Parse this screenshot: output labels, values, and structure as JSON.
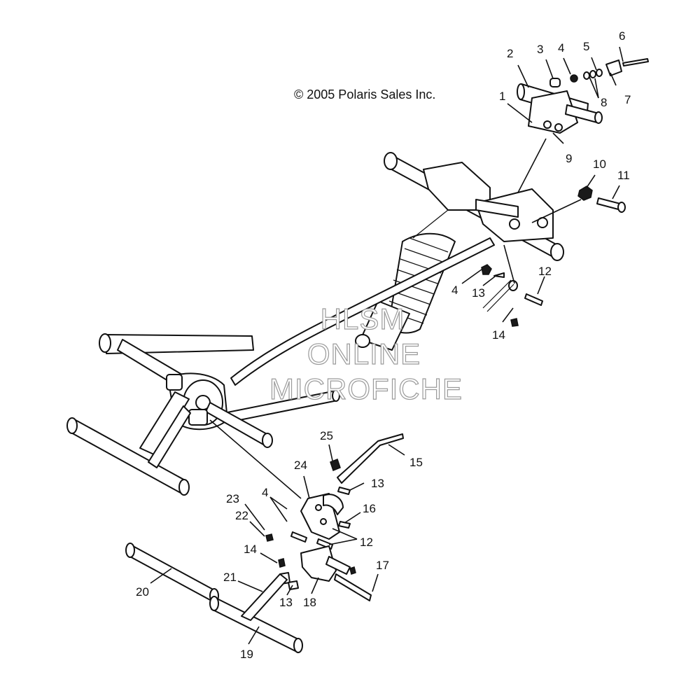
{
  "copyright": "© 2005 Polaris Sales Inc.",
  "watermark": [
    "HLSM",
    "ONLINE",
    "MICROFICHE"
  ],
  "callouts": {
    "n1": "1",
    "n2": "2",
    "n3": "3",
    "n4a": "4",
    "n5": "5",
    "n6": "6",
    "n7": "7",
    "n8": "8",
    "n9": "9",
    "n10": "10",
    "n11": "11",
    "n12a": "12",
    "n4b": "4",
    "n13a": "13",
    "n14a": "14",
    "n15": "15",
    "n25": "25",
    "n24": "24",
    "n13b": "13",
    "n16": "16",
    "n23": "23",
    "n4c": "4",
    "n22": "22",
    "n12b": "12",
    "n14b": "14",
    "n17": "17",
    "n21": "21",
    "n20": "20",
    "n13c": "13",
    "n18": "18",
    "n19": "19"
  },
  "colors": {
    "ink": "#111111",
    "paper": "#ffffff",
    "watermark": "#9a9a9a"
  }
}
